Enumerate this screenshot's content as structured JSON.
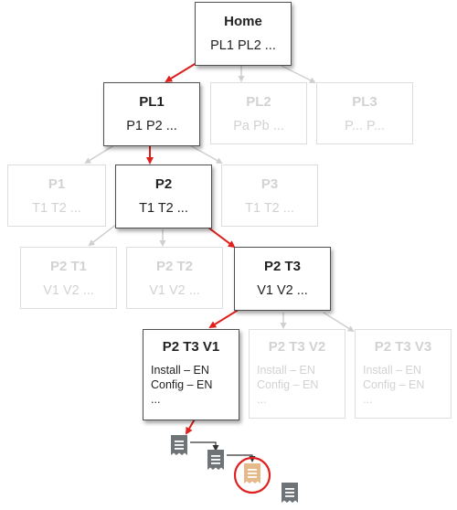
{
  "nodes": {
    "home": {
      "title": "Home",
      "sub": "PL1  PL2 ..."
    },
    "pl1": {
      "title": "PL1",
      "sub": "P1  P2 ..."
    },
    "pl2": {
      "title": "PL2",
      "sub": "Pa  Pb ..."
    },
    "pl3": {
      "title": "PL3",
      "sub": "P...  P..."
    },
    "p1": {
      "title": "P1",
      "sub": "T1  T2 ..."
    },
    "p2": {
      "title": "P2",
      "sub": "T1  T2 ..."
    },
    "p3": {
      "title": "P3",
      "sub": "T1  T2 ..."
    },
    "p2t1": {
      "title": "P2 T1",
      "sub": "V1  V2 ..."
    },
    "p2t2": {
      "title": "P2 T2",
      "sub": "V1  V2 ..."
    },
    "p2t3": {
      "title": "P2 T3",
      "sub": "V1  V2 ..."
    },
    "v1": {
      "title": "P2 T3 V1",
      "lines": [
        "Install – EN",
        "Config – EN",
        "..."
      ]
    },
    "v2": {
      "title": "P2 T3 V2",
      "lines": [
        "Install – EN",
        "Config – EN",
        "..."
      ]
    },
    "v3": {
      "title": "P2 T3 V3",
      "lines": [
        "Install – EN",
        "Config – EN",
        "..."
      ]
    }
  },
  "colors": {
    "active_border": "#505050",
    "inactive_border": "#dddddd",
    "inactive_text": "#d2d2d2",
    "path_arrow": "#e0201c",
    "dim_arrow": "#cfcfcf",
    "doc_icon": "#6e7378",
    "doc_highlight": "#e6b98a",
    "highlight_ring": "#e0201c"
  },
  "icons": [
    "document-icon",
    "document-icon",
    "document-highlighted-icon",
    "document-icon"
  ]
}
